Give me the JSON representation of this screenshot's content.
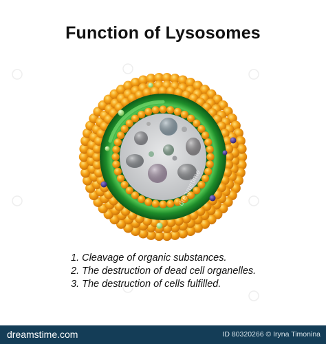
{
  "title": "Function of Lysosomes",
  "functions": [
    {
      "number": "1.",
      "text": "Cleavage of organic substances."
    },
    {
      "number": "2.",
      "text": "The destruction of dead cell organelles."
    },
    {
      "number": "3.",
      "text": "The destruction of cells fulfilled."
    }
  ],
  "watermark": {
    "center_text": "dreamstime"
  },
  "footer": {
    "brand": "dreamstime.com",
    "id_text": "ID 80320266 © Iryna Timonina"
  },
  "colors": {
    "orange_outer": "#f6a318",
    "orange_dark": "#c96f06",
    "orange_light": "#fde07a",
    "green": "#1d8c2a",
    "green_light": "#52c451",
    "interior": "#cfd0d2",
    "footer_bg": "#143d57",
    "purple_dot": "#4b3a8e",
    "green_dot": "#a6dc7e"
  },
  "icons": [
    "lysosome-cell-icon",
    "stock-watermark-icon"
  ]
}
